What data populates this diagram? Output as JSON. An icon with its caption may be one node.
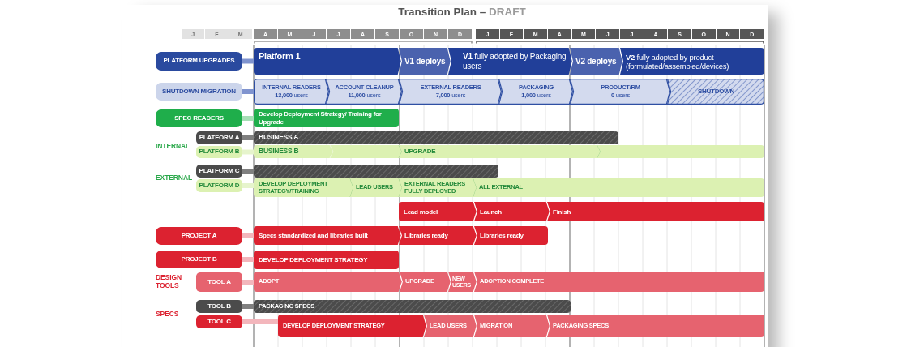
{
  "diagram": {
    "title": "Transition Plan – DRAFT",
    "nodes": [
      {
        "text": [
          "PLATFORM UPGRADES"
        ]
      },
      {
        "text": [
          "Platform 1"
        ]
      },
      {
        "text": [
          "V1 deploys"
        ]
      },
      {
        "text": [
          "**V1** fully adopted by Packaging users"
        ]
      },
      {
        "text": [
          "V2 deploys"
        ]
      },
      {
        "text": [
          "**V2** fully adopted by product (formulated/assembled/devices)"
        ]
      },
      {
        "text": [
          "SHUTDOWN MIGRATION"
        ]
      },
      {
        "text": [
          "INTERNAL READERS",
          "**13,000** users"
        ]
      },
      {
        "text": [
          "ACCOUNT CLEANUP",
          "**11,000** users"
        ]
      },
      {
        "text": [
          "EXTERNAL READERS",
          "**7,000** users"
        ]
      },
      {
        "text": [
          "PACKAGING",
          "**1,000** users"
        ]
      },
      {
        "text": [
          "PRODUCT/RM",
          "**0** users"
        ]
      },
      {
        "text": [
          "SHUTDOWN"
        ]
      },
      {
        "text": [
          "SPEC READERS"
        ]
      },
      {
        "text": [
          "Develop Deployment Strategy/ Training for Upgrade"
        ]
      },
      {
        "text": [
          "PLATFORM A"
        ]
      },
      {
        "text": [
          "BUSINESS A"
        ]
      },
      {
        "text": [
          "PLATFORM B"
        ]
      },
      {
        "text": [
          "BUSINESS B"
        ]
      },
      {
        "text": [
          "UPGRADE"
        ]
      },
      {
        "text": [],
        "shape": "bar"
      },
      {
        "text": [
          "PLATFORM C"
        ]
      },
      {
        "text": [],
        "shape": "bar"
      },
      {
        "text": [
          "PLATFORM D"
        ]
      },
      {
        "text": [
          "DEVELOP DEPLOYMENT STRATEGY/TRAINING"
        ]
      },
      {
        "text": [
          "LEAD USERS"
        ]
      },
      {
        "text": [
          "EXTERNAL READERS FULLY DEPLOYED"
        ]
      },
      {
        "text": [
          "ALL EXTERNAL"
        ]
      },
      {
        "text": [
          "Lead model"
        ]
      },
      {
        "text": [
          "Launch"
        ]
      },
      {
        "text": [
          "Finish"
        ]
      },
      {
        "text": [
          "PROJECT A"
        ]
      },
      {
        "text": [
          "Specs standardized and libraries built"
        ]
      },
      {
        "text": [
          "Libraries ready"
        ]
      },
      {
        "text": [
          "Libraries ready"
        ]
      },
      {
        "text": [
          "PROJECT B"
        ]
      },
      {
        "text": [
          "DEVELOP DEPLOYMENT STRATEGY"
        ]
      },
      {
        "text": [
          "TOOL A"
        ]
      },
      {
        "text": [
          "ADOPT"
        ]
      },
      {
        "text": [
          "UPGRADE"
        ]
      },
      {
        "text": [
          "NEW USERS"
        ]
      },
      {
        "text": [
          "ADOPTION COMPLETE"
        ]
      },
      {
        "text": [
          "TOOL B"
        ]
      },
      {
        "text": [
          "PACKAGING SPECS"
        ]
      },
      {
        "text": [
          "TOOL C"
        ]
      },
      {
        "text": [
          "DEVELOP DEPLOYMENT STRATEGY"
        ]
      },
      {
        "text": [
          "LEAD USERS"
        ]
      },
      {
        "text": [
          "MIGRATION"
        ]
      },
      {
        "text": [
          "PACKAGING SPECS"
        ]
      }
    ],
    "edges": [
      {
        "from": 0,
        "to": 1,
        "arrow": "none",
        "color": "#8094cf"
      },
      {
        "from": 6,
        "to": 7,
        "arrow": "none",
        "color": "#8094cf"
      },
      {
        "from": 13,
        "to": 14,
        "arrow": "none",
        "color": "#a6dfb6"
      },
      {
        "from": 15,
        "to": 16,
        "arrow": "none",
        "color": "#808080"
      },
      {
        "from": 17,
        "to": 18,
        "arrow": "none",
        "color": "#e6f4cc"
      },
      {
        "from": 21,
        "to": 22,
        "arrow": "none",
        "color": "#808080"
      },
      {
        "from": 23,
        "to": 24,
        "arrow": "none",
        "color": "#e6f4cc"
      },
      {
        "from": 31,
        "to": 32,
        "arrow": "none"
      },
      {
        "from": 35,
        "to": 36,
        "arrow": "none"
      },
      {
        "from": 37,
        "to": 38,
        "arrow": "none"
      },
      {
        "from": 42,
        "to": 43,
        "arrow": "none",
        "color": "#808080"
      },
      {
        "from": 44,
        "to": 45,
        "arrow": "none"
      }
    ],
    "labels": [
      "J",
      "F",
      "M",
      "A",
      "M",
      "J",
      "J",
      "A",
      "S",
      "O",
      "N",
      "D",
      "J",
      "F",
      "M",
      "A",
      "M",
      "J",
      "J",
      "A",
      "S",
      "O",
      "N",
      "D",
      "INTERNAL",
      "EXTERNAL",
      "DESIGN TOOLS",
      "SPECS"
    ]
  }
}
